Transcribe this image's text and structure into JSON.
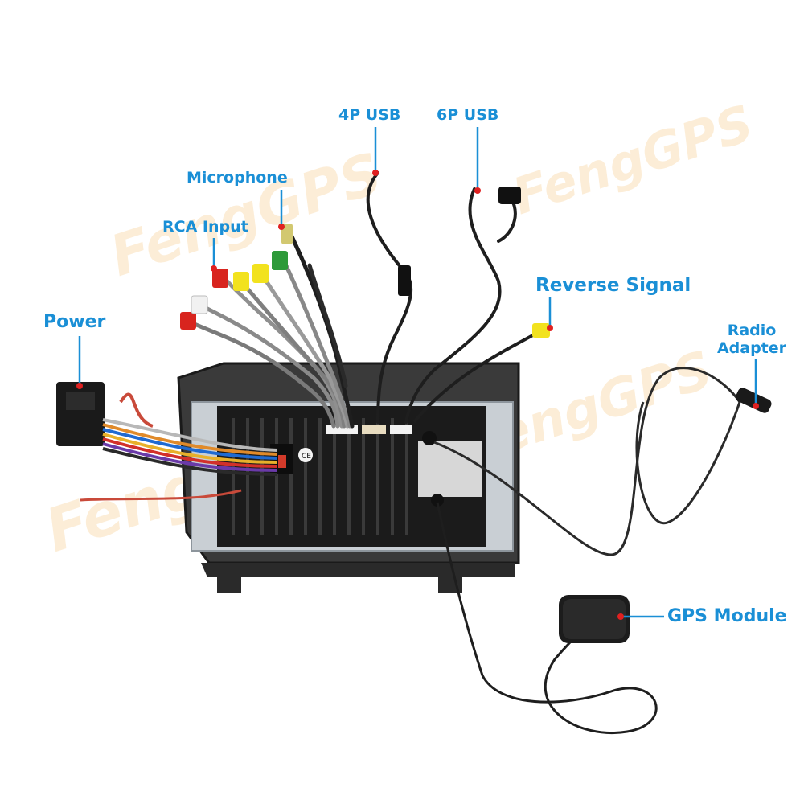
{
  "labels": {
    "power": "Power",
    "rca_input": "RCA Input",
    "microphone": "Microphone",
    "usb_4p": "4P USB",
    "usb_6p": "6P USB",
    "reverse_signal": "Reverse Signal",
    "radio_adapter": "Radio Adapter",
    "gps_module": "GPS Module"
  },
  "watermark": {
    "text": "FengGPS"
  },
  "colors": {
    "callout": "#1a8fd6",
    "marker": "#e02020",
    "watermark": "#f5be6e",
    "unit_body": "#2b2b2b",
    "cable": "#1e1e1e"
  }
}
